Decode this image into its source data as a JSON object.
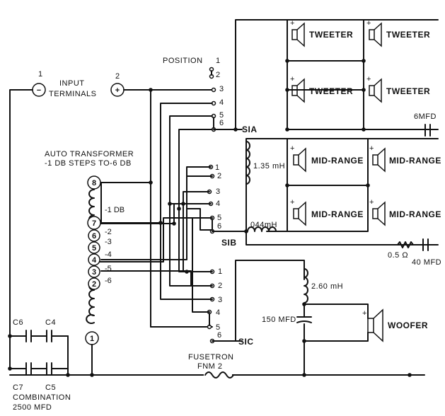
{
  "input": {
    "terminal1_number": "1",
    "terminal1_symbol": "−",
    "terminal2_number": "2",
    "terminal2_symbol": "+",
    "label_line1": "INPUT",
    "label_line2": "TERMINALS"
  },
  "switch": {
    "position_label": "POSITION",
    "positions": [
      "1",
      "2",
      "3",
      "4",
      "5",
      "6"
    ],
    "deck_a": "SIA",
    "deck_b": "SIB",
    "deck_c": "SIC"
  },
  "autotransformer": {
    "title_line1": "AUTO TRANSFORMER",
    "title_line2": "-1 DB STEPS TO-6 DB",
    "taps": [
      "8",
      "7",
      "6",
      "5",
      "4",
      "3",
      "2",
      "1"
    ],
    "db_labels": [
      "-1 DB",
      "-2",
      "-3",
      "-4",
      "-5",
      "-6"
    ]
  },
  "speakers": {
    "tweeter": "TWEETER",
    "midrange": "MID-RANGE",
    "woofer": "WOOFER",
    "polarity": "+"
  },
  "components": {
    "cap_tweeter": "6MFD",
    "inductor_mid1": "1.35 mH",
    "inductor_mid2": "044mH",
    "resistor_mid": "0.5 Ω",
    "cap_mid": "40 MFD",
    "inductor_woofer": "2.60 mH",
    "cap_woofer": "150 MFD",
    "c6": "C6",
    "c4": "C4",
    "c7": "C7",
    "c5": "C5",
    "combination_line1": "COMBINATION",
    "combination_line2": "2500 MFD",
    "fuse_line1": "FUSETRON",
    "fuse_line2": "FNM 2"
  }
}
